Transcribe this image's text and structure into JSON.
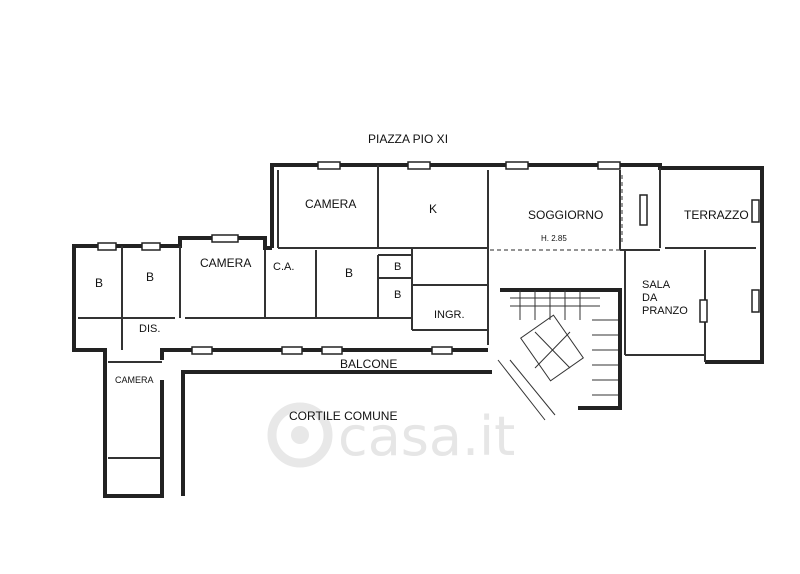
{
  "street": "PIAZZA PIO XI",
  "rooms": {
    "camera_top": "CAMERA",
    "kitchen": "K",
    "soggiorno": "SOGGIORNO",
    "height": "H. 2.85",
    "terrazzo": "TERRAZZO",
    "bath_left_1": "B",
    "bath_left_2": "B",
    "camera_mid": "CAMERA",
    "ca": "C.A.",
    "bath_center": "B",
    "bath_small_1": "B",
    "bath_small_2": "B",
    "sala_1": "SALA",
    "sala_2": "DA",
    "sala_3": "PRANZO",
    "dis": "DIS.",
    "ingr": "INGR.",
    "balcone": "BALCONE",
    "camera_low": "CAMERA",
    "cortile": "CORTILE COMUNE"
  },
  "watermark": "casa.it"
}
